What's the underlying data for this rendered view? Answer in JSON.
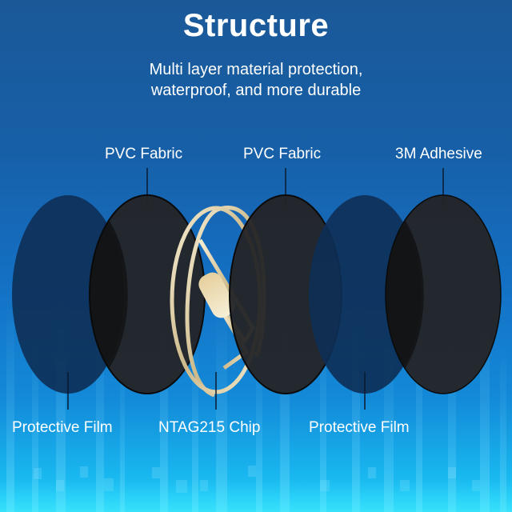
{
  "header": {
    "title": "Structure",
    "subtitle_line1": "Multi layer material protection,",
    "subtitle_line2": "waterproof, and more durable"
  },
  "layers": {
    "top_labels": [
      {
        "label": "PVC Fabric"
      },
      {
        "label": "PVC Fabric"
      },
      {
        "label": "3M Adhesive"
      }
    ],
    "bottom_labels": [
      {
        "label": "Protective Film"
      },
      {
        "label": "NTAG215 Chip"
      },
      {
        "label": "Protective Film"
      }
    ]
  },
  "colors": {
    "background_top": "#1a5898",
    "background_bottom": "#22d2f8",
    "protective_film": "#0d2f55",
    "pvc_fabric": "#242426",
    "antenna_gold": "#e8dcb8",
    "text": "#ffffff"
  }
}
